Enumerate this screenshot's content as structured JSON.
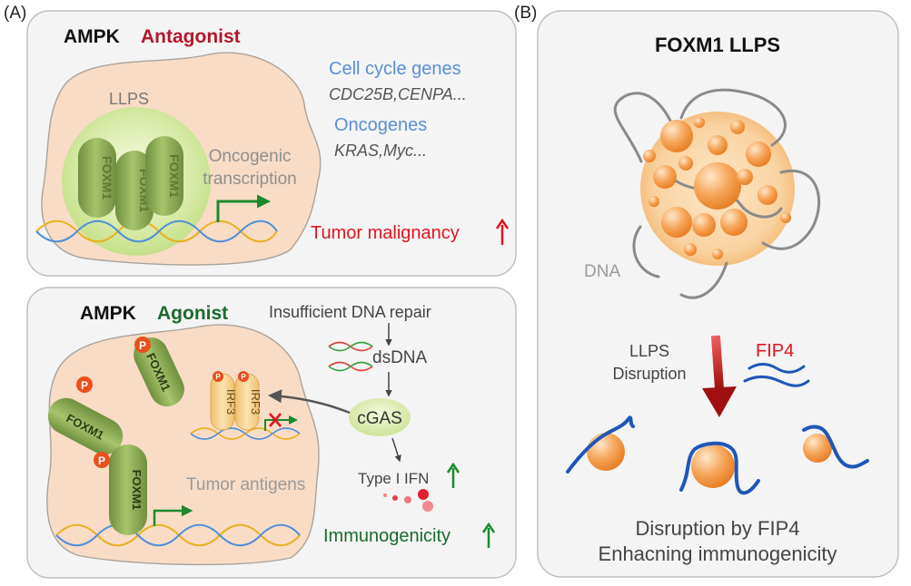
{
  "panel_a_label": "(A)",
  "panel_b_label": "(B)",
  "top_panel": {
    "title_prefix": "AMPK",
    "title_suffix": "Antagonist",
    "llps": "LLPS",
    "protein": "FOXM1",
    "oncogenic_line1": "Oncogenic",
    "oncogenic_line2": "transcription",
    "cell_cycle_genes": "Cell cycle genes",
    "cell_cycle_examples": "CDC25B,CENPA...",
    "oncogenes": "Oncogenes",
    "oncogene_examples": "KRAS,Myc...",
    "tumor_malignancy": "Tumor malignancy"
  },
  "bottom_panel": {
    "title_prefix": "AMPK",
    "title_suffix": "Agonist",
    "dna_repair": "Insufficient DNA repair",
    "dsdna": "dsDNA",
    "cgas": "cGAS",
    "irf3": "IRF3",
    "phospho": "P",
    "protein": "FOXM1",
    "type1_ifn": "Type I IFN",
    "tumor_antigens": "Tumor antigens",
    "immunogenicity": "Immunogenicity"
  },
  "right_panel": {
    "title": "FOXM1 LLPS",
    "dna": "DNA",
    "llps_line1": "LLPS",
    "llps_line2": "Disruption",
    "fip4": "FIP4",
    "footer_line1": "Disruption by FIP4",
    "footer_line2": "Enhacning immunogenicity"
  },
  "colors": {
    "antagonist_red": "#b2182b",
    "agonist_green": "#1b6b2e",
    "gene_blue": "#5b8fd6",
    "alert_red": "#e0141e",
    "up_green": "#1a8a2c",
    "droplet_orange": "#f39a45",
    "fip4_blue": "#1f56b8",
    "cell_fill": "#f8dcc6"
  }
}
